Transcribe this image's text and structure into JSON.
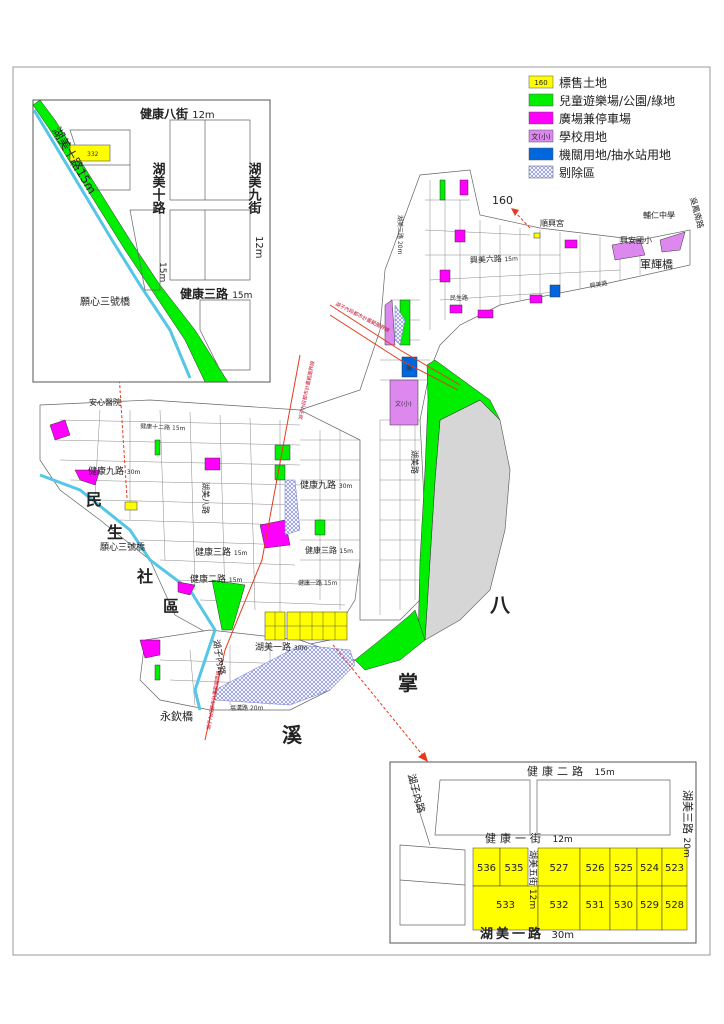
{
  "legend": [
    {
      "swatch_text": "160",
      "label": "標售土地",
      "color": "#ffff00"
    },
    {
      "swatch_text": "",
      "label": "兒童遊樂場/公園/綠地",
      "color": "#00ee00"
    },
    {
      "swatch_text": "",
      "label": "廣場兼停車場",
      "color": "#ff00ff"
    },
    {
      "swatch_text": "文(小)",
      "label": "學校用地",
      "color": "#dd88ee"
    },
    {
      "swatch_text": "",
      "label": "機關用地/抽水站用地",
      "color": "#0066dd"
    },
    {
      "swatch_text": "",
      "label": "剔除區",
      "color": "#b8c0f0"
    }
  ],
  "inset_top_left": {
    "road_top": "健康八街",
    "road_top_width": "12m",
    "road_left": "湖美十路15m",
    "road_mid_v": "湖美十路",
    "road_mid_v_width": "15m",
    "road_right_v": "湖美九街",
    "road_right_v_width": "12m",
    "road_bottom": "健康三路",
    "road_bottom_width": "15m",
    "bridge": "願心三號橋",
    "parcel": "332"
  },
  "inset_bottom_right": {
    "road_top": "健康二路",
    "road_top_width": "15m",
    "road_mid": "健康一街",
    "road_mid_width": "12m",
    "road_bottom": "湖美一路",
    "road_bottom_width": "30m",
    "road_left_v": "湖子內路",
    "road_mid_v": "湖美五街",
    "road_mid_v_width": "12m",
    "road_right_v": "湖美三路",
    "road_right_v_width": "20m",
    "parcels_top": [
      "536",
      "535",
      "527",
      "526",
      "525",
      "524",
      "523"
    ],
    "parcels_bottom": [
      "533",
      "532",
      "531",
      "530",
      "529",
      "528"
    ]
  },
  "main_map": {
    "area_label_1": "八",
    "area_label_2": "掌",
    "area_label_3": "溪",
    "district_labels": [
      "民",
      "生",
      "社",
      "區"
    ],
    "parcel_ref": "160",
    "places": {
      "temple": "順興宮",
      "school_middle": "輔仁中學",
      "school_elem": "興安國小",
      "bridge_east": "軍輝橋",
      "bridge_west": "願心三號橋",
      "bridge_south": "永欽橋",
      "clinic": "安心醫院",
      "road_east_v": "吳鳳南路"
    },
    "roads": {
      "jiankang_12": "健康十二路",
      "jiankang_12_width": "15m",
      "jiankang_9": "健康九路",
      "jiankang_9_width": "30m",
      "jiankang_9_east": "健康九路",
      "jiankang_9_east_width": "30m",
      "jiankang_3": "健康三路",
      "jiankang_3_width": "15m",
      "jiankang_3_b": "健康三路",
      "jiankang_3_b_width": "15m",
      "jiankang_2": "健康二路",
      "jiankang_2_width": "15m",
      "jiankang_1": "健康一路",
      "jiankang_1_width": "15m",
      "humei_1": "湖美一路",
      "humei_1_width": "30m",
      "humei_6": "興美六路",
      "humei_6_width": "15m",
      "wuqiao": "塭溝路",
      "wuqiao_width": "20m",
      "huzinei": "湖子內路",
      "humei_8": "湖美八路",
      "humei_8_v": "湖美路",
      "east_v": "湖美三路",
      "east_v_width": "20m",
      "junhui": "興美路",
      "school_label": "文(小)",
      "gov_label": "機",
      "minsheng": "民生路"
    },
    "red_line_labels": [
      "湖子內段都市計畫範圍界線",
      "湖子內段都市計畫範圍界線",
      "湖子內段都市計畫範圍界線"
    ]
  }
}
